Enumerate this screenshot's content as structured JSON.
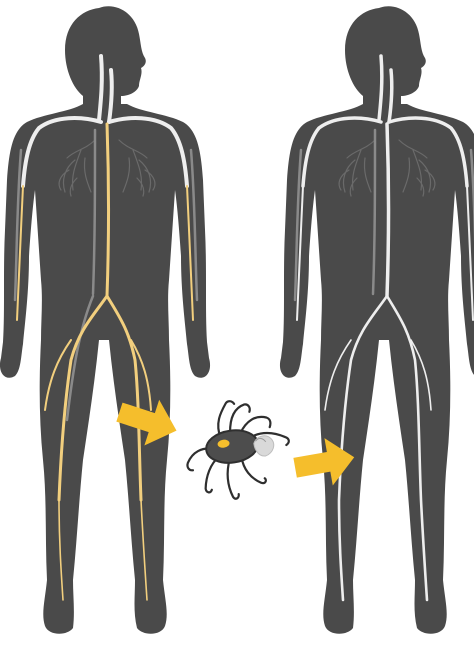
{
  "colors": {
    "background": "#ffffff",
    "body": "#4a4a4a",
    "body_edge": "#3c3c3c",
    "vessel_white": "#eeeeee",
    "vessel_grey": "#8a8a8a",
    "lung": "#6a6a6a",
    "vessel_yellow": "#f2cf7e",
    "arrow": "#f5be2c",
    "tick_body": "#4d4d4d",
    "tick_dark": "#2f2f2f",
    "tick_spot": "#f5be2c",
    "tick_head": "#d9d9d9"
  },
  "figures": [
    {
      "name": "body-before",
      "circulation": "yellow-marked"
    },
    {
      "name": "body-after",
      "circulation": "white"
    }
  ],
  "icons": [
    "tick-icon",
    "arrow-right-icon"
  ]
}
